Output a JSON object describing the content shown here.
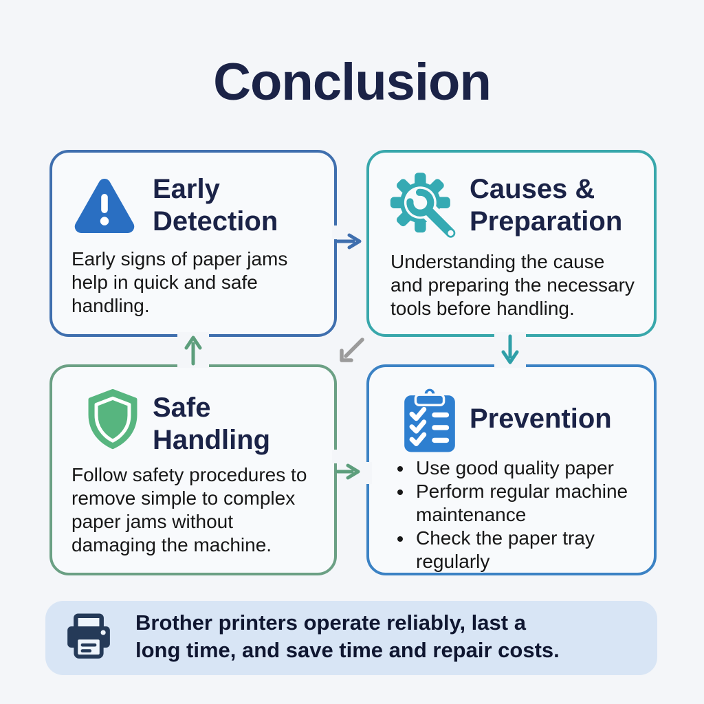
{
  "page": {
    "title": "Conclusion",
    "background": "#f4f6f9",
    "title_color": "#1b2347"
  },
  "cards": [
    {
      "id": "early-detection",
      "icon": "warning-triangle-icon",
      "icon_color": "#2a6fc2",
      "border_color": "#3f6fae",
      "title_line1": "Early",
      "title_line2": "Detection",
      "body_lines": [
        "Early signs of paper jams",
        "help in quick and safe",
        "handling."
      ]
    },
    {
      "id": "causes-preparation",
      "icon": "gear-wrench-icon",
      "icon_color": "#35aab3",
      "border_color": "#38a7ab",
      "title_line1": "Causes &",
      "title_line2": "Preparation",
      "body_lines": [
        "Understanding the cause",
        "and preparing the necessary",
        "tools before handling."
      ]
    },
    {
      "id": "safe-handling",
      "icon": "shield-icon",
      "icon_color": "#57b57f",
      "border_color": "#6ba084",
      "title_line1": "Safe",
      "title_line2": "Handling",
      "body_lines": [
        "Follow safety procedures to",
        "remove simple to complex",
        "paper jams without",
        "damaging the machine."
      ]
    },
    {
      "id": "prevention",
      "icon": "clipboard-checklist-icon",
      "icon_color": "#2e7fd0",
      "border_color": "#3b82c4",
      "title_line1": "Prevention",
      "bullets": [
        "Use good quality paper",
        "Perform regular machine maintenance",
        "Check the paper tray regularly"
      ]
    }
  ],
  "arrows": [
    {
      "name": "early-to-causes",
      "direction": "right",
      "color": "#3f6fae"
    },
    {
      "name": "safe-to-early",
      "direction": "up",
      "color": "#5d9e7c"
    },
    {
      "name": "causes-to-safe",
      "direction": "down-left",
      "color": "#9b9b9b"
    },
    {
      "name": "causes-to-prevention",
      "direction": "down",
      "color": "#2f9fa8"
    },
    {
      "name": "safe-to-prevention",
      "direction": "right",
      "color": "#5d9e7c"
    }
  ],
  "footer": {
    "icon": "printer-icon",
    "icon_color": "#253a58",
    "background": "#d8e5f5",
    "line1": "Brother printers operate reliably, last a",
    "line2": "long time, and save time and repair costs."
  }
}
